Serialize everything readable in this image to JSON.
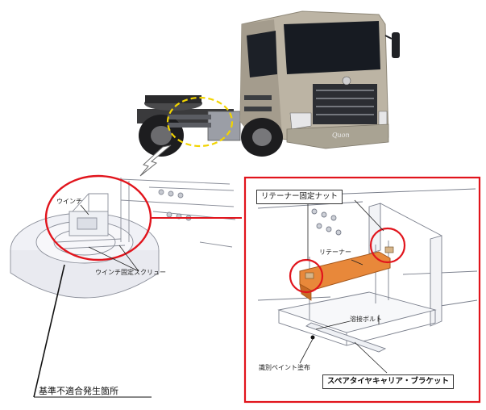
{
  "truck": {
    "brand_badge": "Quon"
  },
  "labels": {
    "winch": "ウインチ",
    "winch_screw": "ウインチ固定スクリュー",
    "retainer_nut": "リテーナー固定ナット",
    "retainer": "リテーナー",
    "weld_bolt": "溶接ボルト",
    "paint_mark": "識別ペイント塗布",
    "bracket": "スペアタイヤキャリア・ブラケット",
    "defect_location": "基準不適合発生箇所"
  },
  "colors": {
    "highlight_red": "#e1141c",
    "callout_yellow": "#f2d400",
    "retainer_orange": "#e8883a",
    "line_gray": "#7a7f8c",
    "truck_body": "#b9b1a2"
  }
}
